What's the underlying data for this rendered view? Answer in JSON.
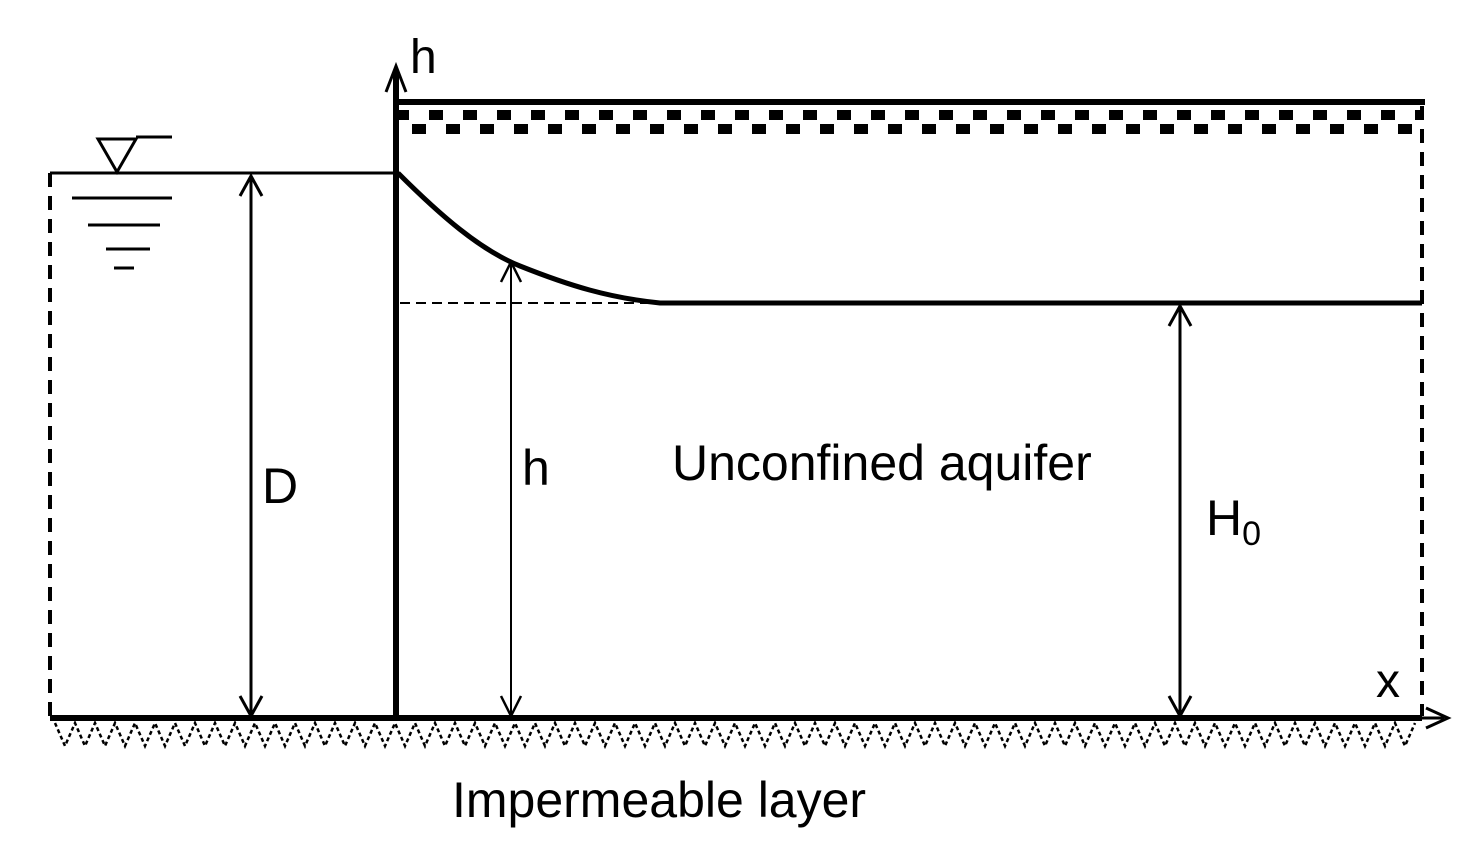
{
  "labels": {
    "axis_h": "h",
    "axis_x": "x",
    "reservoir_depth": "D",
    "head": "h",
    "aquifer": "Unconfined aquifer",
    "initial_head_main": "H",
    "initial_head_sub": "0",
    "bottom_layer": "Impermeable layer"
  },
  "colors": {
    "ink": "#000000",
    "background": "#ffffff"
  },
  "icons": {
    "water_surface": "water-level-triangle-icon"
  }
}
